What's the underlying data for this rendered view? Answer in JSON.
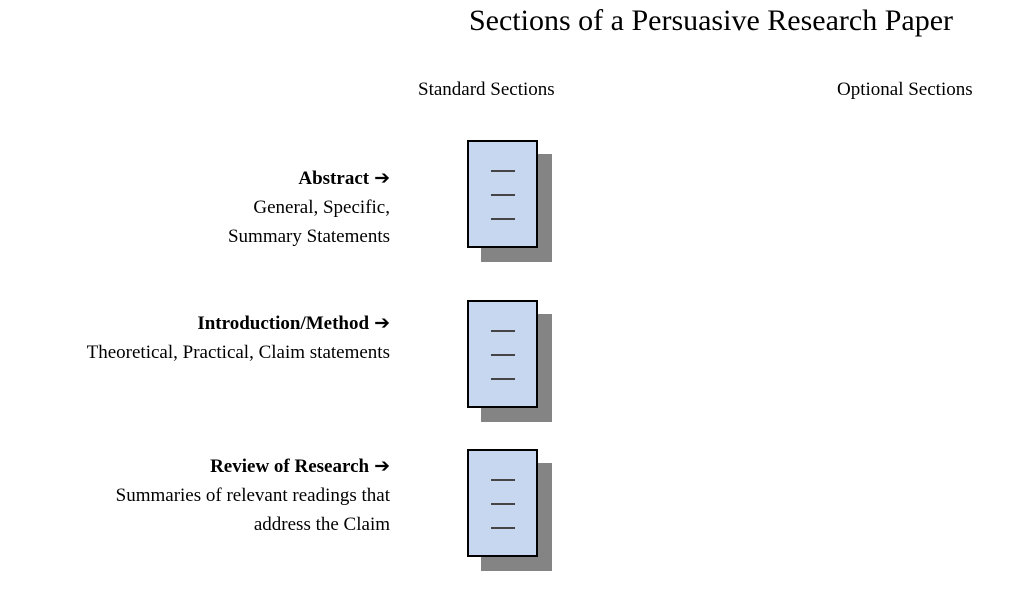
{
  "title": "Sections of a Persuasive Research Paper",
  "column_headers": {
    "standard": "Standard Sections",
    "optional": "Optional Sections"
  },
  "arrow_icon": "➔",
  "rows": [
    {
      "label": "Abstract",
      "description_lines": [
        "General, Specific,",
        "Summary Statements"
      ]
    },
    {
      "label": "Introduction/Method",
      "description_lines": [
        "Theoretical, Practical, Claim statements"
      ]
    },
    {
      "label": "Review of Research",
      "description_lines": [
        "Summaries of relevant readings that",
        "address the Claim"
      ]
    }
  ],
  "colors": {
    "background": "#FFFFFF",
    "text": "#000000",
    "document_fill": "#C6D7EF",
    "document_border": "#000000",
    "document_shadow": "#848484"
  }
}
